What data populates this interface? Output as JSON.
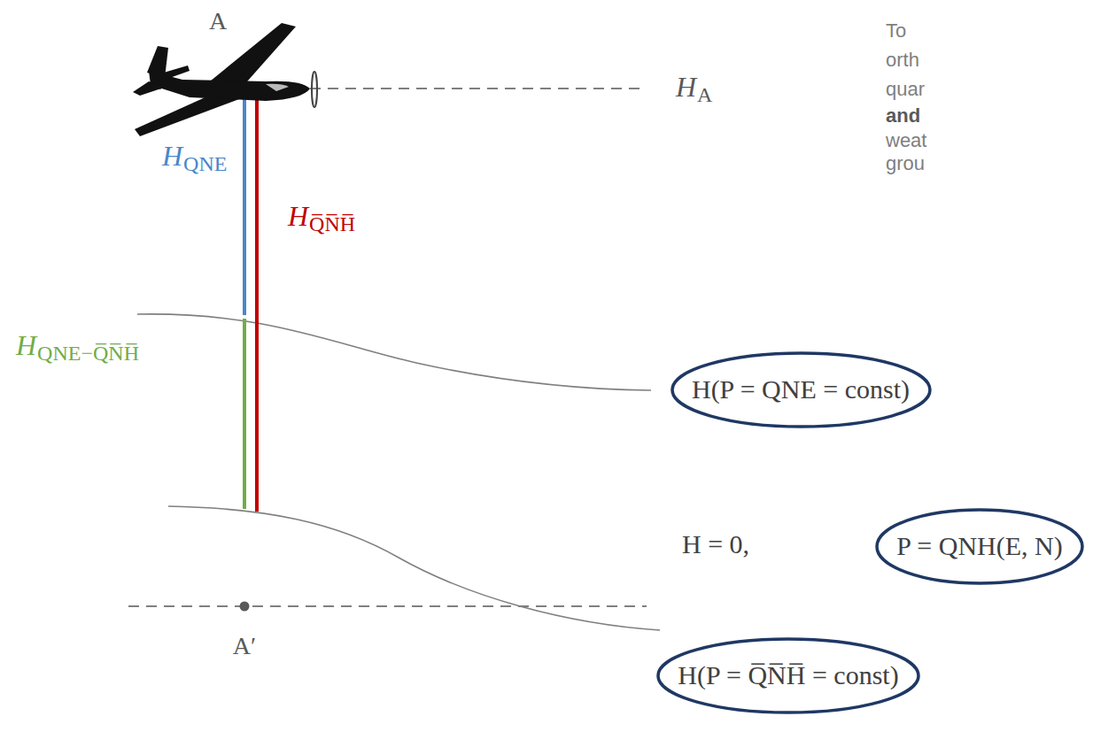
{
  "diagram": {
    "nodes": [
      {
        "text": [
          "H(P = QNE = const)"
        ]
      },
      {
        "text": [
          "P = QNH(E, N)"
        ]
      },
      {
        "text": [
          "H(P = Q̅N̅H̅ = const)"
        ]
      }
    ],
    "labels": [
      "A",
      "H",
      "A",
      "H",
      "QNE",
      "H",
      "Q̅N̅H̅",
      "H",
      "QNE−Q̅N̅H̅",
      "H = 0,",
      "A′",
      "To",
      "orth",
      "quar",
      "and",
      "weat",
      "grou"
    ]
  }
}
